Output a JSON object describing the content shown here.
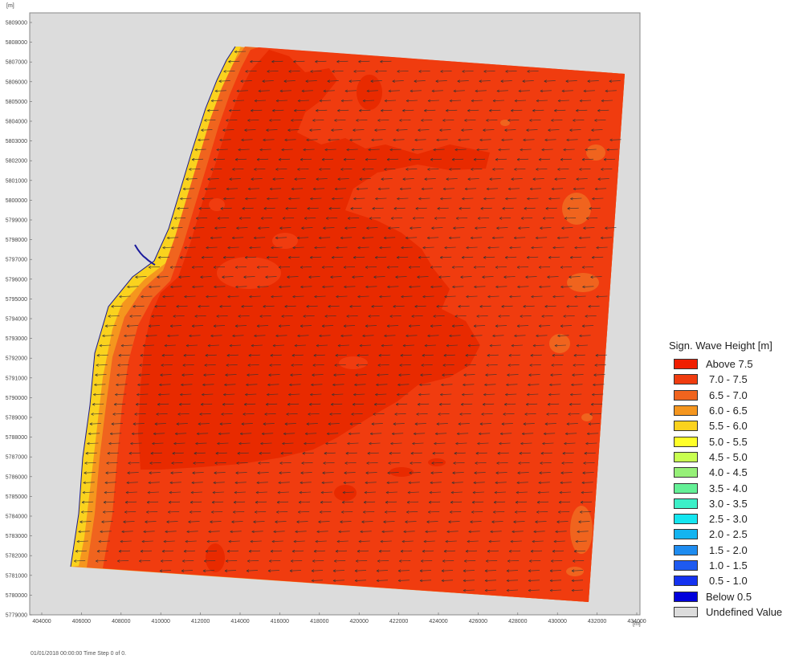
{
  "map": {
    "x_axis_unit": "[m]",
    "y_axis_unit": "[m]",
    "x_ticks": [
      "404000",
      "406000",
      "408000",
      "410000",
      "412000",
      "414000",
      "416000",
      "418000",
      "420000",
      "422000",
      "424000",
      "426000",
      "428000",
      "430000",
      "432000",
      "434000"
    ],
    "y_ticks": [
      "5809000",
      "5808000",
      "5807000",
      "5806000",
      "5805000",
      "5804000",
      "5803000",
      "5802000",
      "5801000",
      "5800000",
      "5799000",
      "5798000",
      "5797000",
      "5796000",
      "5795000",
      "5794000",
      "5793000",
      "5792000",
      "5791000",
      "5790000",
      "5789000",
      "5788000",
      "5787000",
      "5786000",
      "5785000",
      "5784000",
      "5783000",
      "5782000",
      "5781000",
      "5780000",
      "5779000"
    ],
    "background_color": "#dcdcdc",
    "vector_color": "#333333",
    "boundary_color": "#1a1a8c"
  },
  "footer": {
    "timestamp_text": "01/01/2018 00:00:00  Time Step 0 of 0."
  },
  "legend": {
    "title": "Sign. Wave Height [m]",
    "items": [
      {
        "label": "Above 7.5",
        "color": "#f01e00"
      },
      {
        "label": "7.0 - 7.5",
        "color": "#f03c0f"
      },
      {
        "label": "6.5 - 7.0",
        "color": "#f0641e"
      },
      {
        "label": "6.0 - 6.5",
        "color": "#f5961e"
      },
      {
        "label": "5.5 - 6.0",
        "color": "#fad21e"
      },
      {
        "label": "5.0 - 5.5",
        "color": "#ffff28"
      },
      {
        "label": "4.5 - 5.0",
        "color": "#c8ff50"
      },
      {
        "label": "4.0 - 4.5",
        "color": "#96f078"
      },
      {
        "label": "3.5 - 4.0",
        "color": "#64f096"
      },
      {
        "label": "3.0 - 3.5",
        "color": "#3cf0c8"
      },
      {
        "label": "2.5 - 3.0",
        "color": "#14e6f0"
      },
      {
        "label": "2.0 - 2.5",
        "color": "#14b4f0"
      },
      {
        "label": "1.5 - 2.0",
        "color": "#1e8cf0"
      },
      {
        "label": "1.0 - 1.5",
        "color": "#1e5af0"
      },
      {
        "label": "0.5 - 1.0",
        "color": "#1432f0"
      },
      {
        "label": "Below 0.5",
        "color": "#0000dc"
      },
      {
        "label": "Undefined Value",
        "color": "#dcdcdc"
      }
    ]
  }
}
